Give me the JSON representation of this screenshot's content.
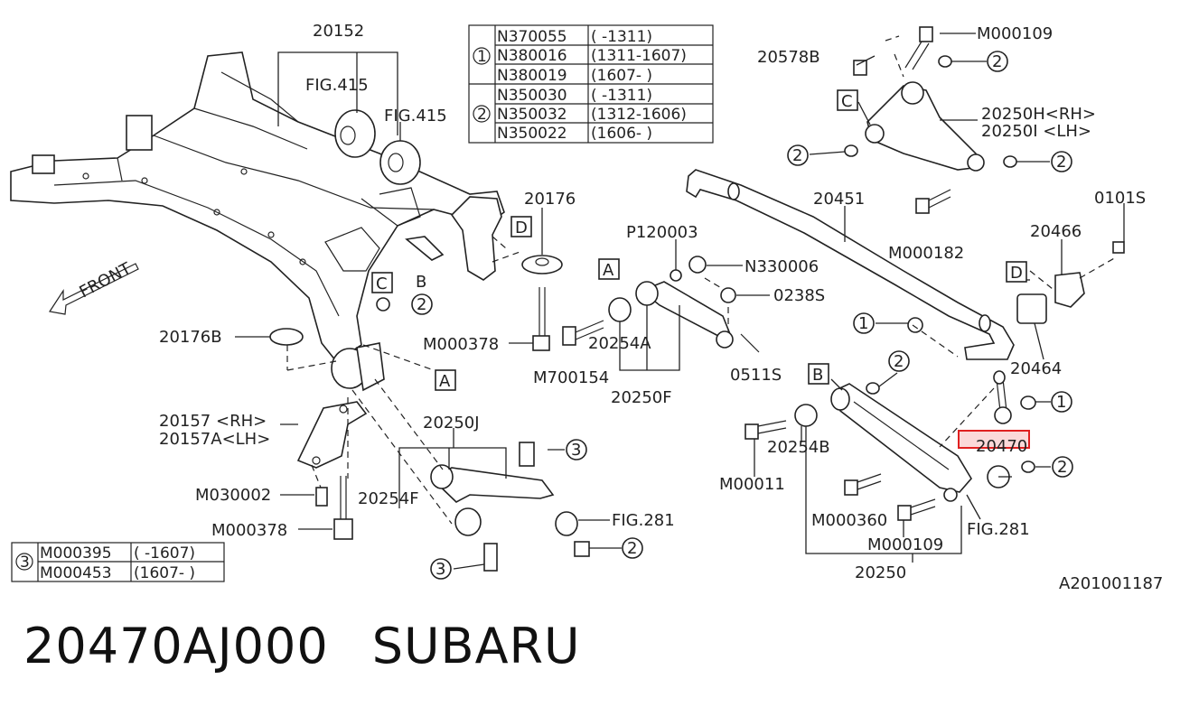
{
  "labels": {
    "p20152": "20152",
    "fig415a": "FIG.415",
    "fig415b": "FIG.415",
    "front": "FRONT",
    "p20176": "20176",
    "p20176b": "20176B",
    "p20157": "20157 <RH>",
    "p20157a": "20157A<LH>",
    "m030002": "M030002",
    "m000378a": "M000378",
    "m000378b": "M000378",
    "p20250j": "20250J",
    "p20254f": "20254F",
    "fig281a": "FIG.281",
    "p120003": "P120003",
    "n330006": "N330006",
    "p0238s": "0238S",
    "p20254a": "20254A",
    "m700154": "M700154",
    "p20250f": "20250F",
    "p0511s": "0511S",
    "p20451": "20451",
    "m000182": "M000182",
    "p20578b": "20578B",
    "m000109a": "M000109",
    "p20250h": "20250H<RH>",
    "p20250i": "20250I <LH>",
    "p0101s": "0101S",
    "p20466": "20466",
    "p20464": "20464",
    "p20470": "20470",
    "p20254b": "20254B",
    "m00011": "M00011",
    "m000360": "M000360",
    "m000109b": "M000109",
    "fig281b": "FIG.281",
    "p20250": "20250",
    "ref": "A201001187"
  },
  "callouts": {
    "A": "A",
    "B": "B",
    "C": "C",
    "D": "D",
    "one": "1",
    "two": "2",
    "three": "3"
  },
  "table1": [
    {
      "mark": "1",
      "part": "N370055",
      "range": "(     -1311)"
    },
    {
      "mark": "",
      "part": "N380016",
      "range": "(1311-1607)"
    },
    {
      "mark": "",
      "part": "N380019",
      "range": "(1607-     )"
    },
    {
      "mark": "2",
      "part": "N350030",
      "range": "(     -1311)"
    },
    {
      "mark": "",
      "part": "N350032",
      "range": "(1312-1606)"
    },
    {
      "mark": "",
      "part": "N350022",
      "range": "(1606-     )"
    }
  ],
  "table3": [
    {
      "mark": "3",
      "part": "M000395",
      "range": "( -1607)"
    },
    {
      "mark": "",
      "part": "M000453",
      "range": "(1607- )"
    }
  ],
  "highlight_color": "#e02020",
  "highlight_fill": "#fbd9d9",
  "footer": {
    "part_number": "20470AJ000",
    "brand": "SUBARU"
  }
}
